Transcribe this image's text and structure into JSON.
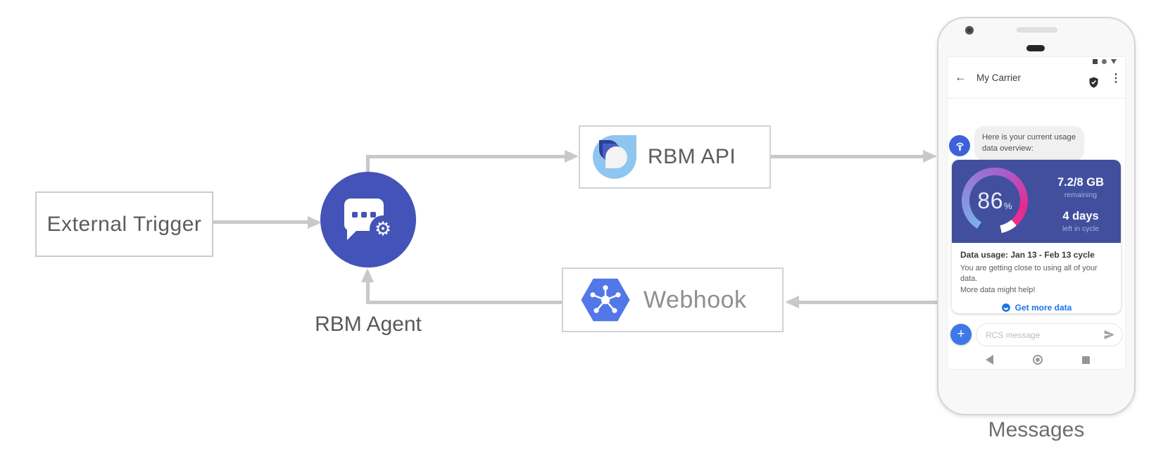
{
  "diagram": {
    "nodes": {
      "external_trigger": "External Trigger",
      "rbm_agent": "RBM Agent",
      "rbm_api": "RBM API",
      "webhook": "Webhook"
    },
    "phone_caption": "Messages"
  },
  "phone": {
    "header": {
      "title": "My Carrier"
    },
    "chat": {
      "agent_message": "Here is your current usage data overview:",
      "card": {
        "percent": "86",
        "percent_sign": "%",
        "remaining_value": "7.2/8 GB",
        "remaining_label": "remaining",
        "days_value": "4 days",
        "days_label": "left in cycle",
        "usage_title": "Data usage: Jan 13 - Feb 13 cycle",
        "usage_line1": "You are getting close to using all of your data.",
        "usage_line2": "More data might help!",
        "cta_label": "Get more data"
      }
    },
    "composer": {
      "placeholder": "RCS message",
      "plus_label": "+"
    }
  },
  "icons": {
    "agent": "chat-bubble-gear",
    "rbm_api": "layered-drops-logo",
    "webhook": "cloud-hexagon-hub",
    "avatar": "broadcast-antenna",
    "header_right": [
      "verified-shield",
      "kebab-menu"
    ],
    "composer": [
      "plus",
      "send"
    ],
    "nav": [
      "back-triangle",
      "home-circle",
      "recents-square"
    ]
  },
  "colors": {
    "agent_circle": "#4353b7",
    "card_blue": "#414f9e",
    "gauge_pink": "#e62a8b",
    "gauge_blue": "#7cb1e8",
    "link_blue": "#1a73e8",
    "hexagon_blue": "#5177e8",
    "api_logo_light_blue": "#8ec6ef",
    "arrow_gray": "#c9c9c9"
  }
}
